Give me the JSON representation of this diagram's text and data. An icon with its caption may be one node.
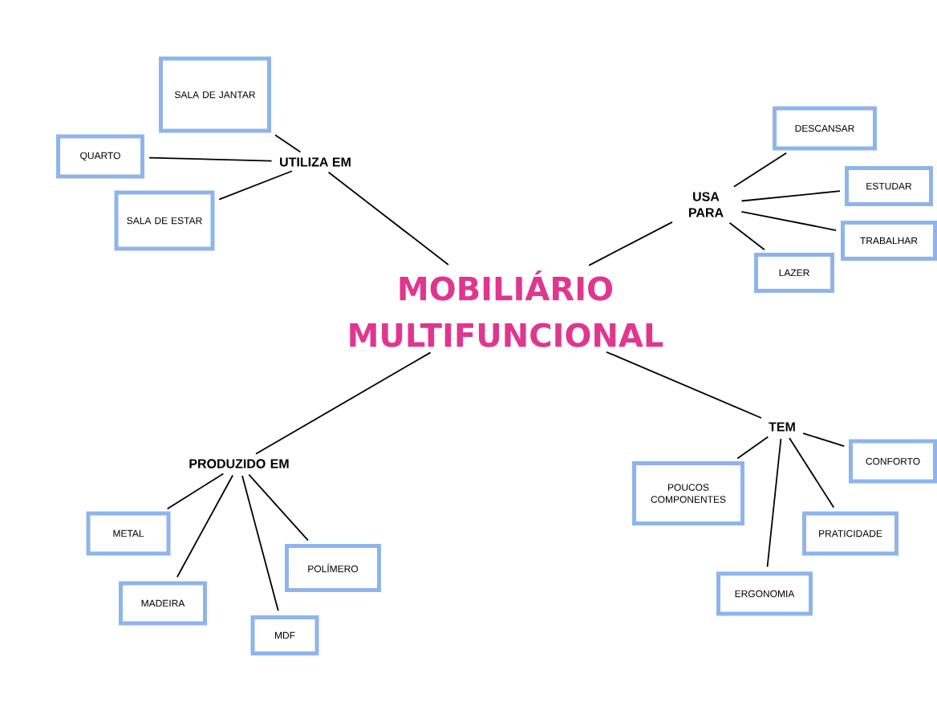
{
  "diagram": {
    "nodes": [
      {
        "text": [
          "MOBILIÁRIO MULTIFUNCIONAL"
        ]
      },
      {
        "text": [
          "UTILIZA EM"
        ]
      },
      {
        "text": [
          "SALA DE JANTAR"
        ]
      },
      {
        "text": [
          "QUARTO"
        ]
      },
      {
        "text": [
          "SALA DE ESTAR"
        ]
      },
      {
        "text": [
          "USA PARA"
        ]
      },
      {
        "text": [
          "DESCANSAR"
        ]
      },
      {
        "text": [
          "ESTUDAR"
        ]
      },
      {
        "text": [
          "TRABALHAR"
        ]
      },
      {
        "text": [
          "LAZER"
        ]
      },
      {
        "text": [
          "PRODUZIDO EM"
        ]
      },
      {
        "text": [
          "METAL"
        ]
      },
      {
        "text": [
          "MADEIRA"
        ]
      },
      {
        "text": [
          "MDF"
        ]
      },
      {
        "text": [
          "POLÍMERO"
        ]
      },
      {
        "text": [
          "TEM"
        ]
      },
      {
        "text": [
          "POUCOS COMPONENTES"
        ]
      },
      {
        "text": [
          "ERGONOMIA"
        ]
      },
      {
        "text": [
          "PRATICIDADE"
        ]
      },
      {
        "text": [
          "CONFORTO"
        ]
      }
    ],
    "edges": [
      {
        "from": 0,
        "to": 1,
        "arrow": "none"
      },
      {
        "from": 1,
        "to": 2,
        "arrow": "none"
      },
      {
        "from": 1,
        "to": 3,
        "arrow": "none"
      },
      {
        "from": 1,
        "to": 4,
        "arrow": "none"
      },
      {
        "from": 0,
        "to": 5,
        "arrow": "none"
      },
      {
        "from": 5,
        "to": 6,
        "arrow": "none"
      },
      {
        "from": 5,
        "to": 7,
        "arrow": "none"
      },
      {
        "from": 5,
        "to": 8,
        "arrow": "none"
      },
      {
        "from": 5,
        "to": 9,
        "arrow": "none"
      },
      {
        "from": 0,
        "to": 10,
        "arrow": "none"
      },
      {
        "from": 10,
        "to": 11,
        "arrow": "none"
      },
      {
        "from": 10,
        "to": 12,
        "arrow": "none"
      },
      {
        "from": 10,
        "to": 13,
        "arrow": "none"
      },
      {
        "from": 10,
        "to": 14,
        "arrow": "none"
      },
      {
        "from": 0,
        "to": 15,
        "arrow": "none"
      },
      {
        "from": 15,
        "to": 16,
        "arrow": "none"
      },
      {
        "from": 15,
        "to": 17,
        "arrow": "none"
      },
      {
        "from": 15,
        "to": 18,
        "arrow": "none"
      },
      {
        "from": 15,
        "to": 19,
        "arrow": "none"
      }
    ]
  }
}
